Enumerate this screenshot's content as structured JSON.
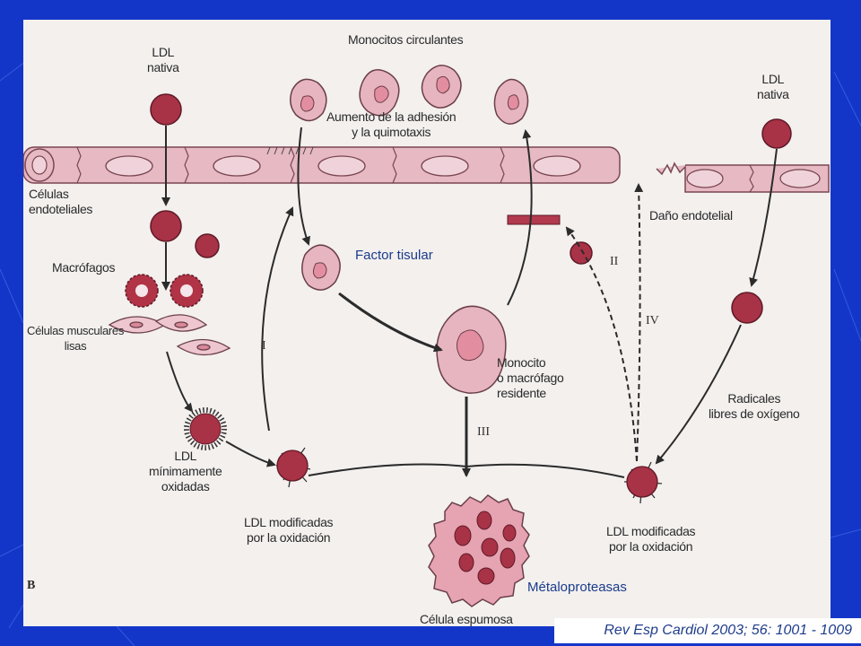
{
  "diagram": {
    "labels": {
      "monocitos_circulantes": "Monocitos circulantes",
      "ldl_nativa_left": "LDL\nnativa",
      "ldl_nativa_right": "LDL\nnativa",
      "aumento": "Aumento de la adhesión\ny la quimotaxis",
      "celulas_endoteliales": "Células\nendoteliales",
      "macrofagos": "Macrófagos",
      "celulas_musculares": "Células musculares\nlisas",
      "dano_endotelial": "Daño endotelial",
      "monocito_macrofago": "Monocito\no macrófago\nresidente",
      "radicales": "Radicales\nlibres de oxígeno",
      "ldl_minimamente": "LDL\nmínimamente\noxidadas",
      "ldl_modificadas_left": "LDL modificadas\npor la oxidación",
      "ldl_modificadas_right": "LDL modificadas\npor la oxidación",
      "celula_espumosa": "Célula espumosa",
      "panel_letter": "B"
    },
    "roman": {
      "I": "I",
      "II": "II",
      "III": "III",
      "IV": "IV"
    },
    "overlays": {
      "factor_tisular": "Factor tisular",
      "metaloproteasas": "Métaloproteasas"
    }
  },
  "citation": "Rev Esp Cardiol 2003; 56: 1001 - 1009",
  "colors": {
    "slide_background": "#1436c8",
    "cell_dark_red": "#a83246",
    "cell_pink": "#e7b5c0",
    "overlay_text": "#1a3b8c"
  }
}
